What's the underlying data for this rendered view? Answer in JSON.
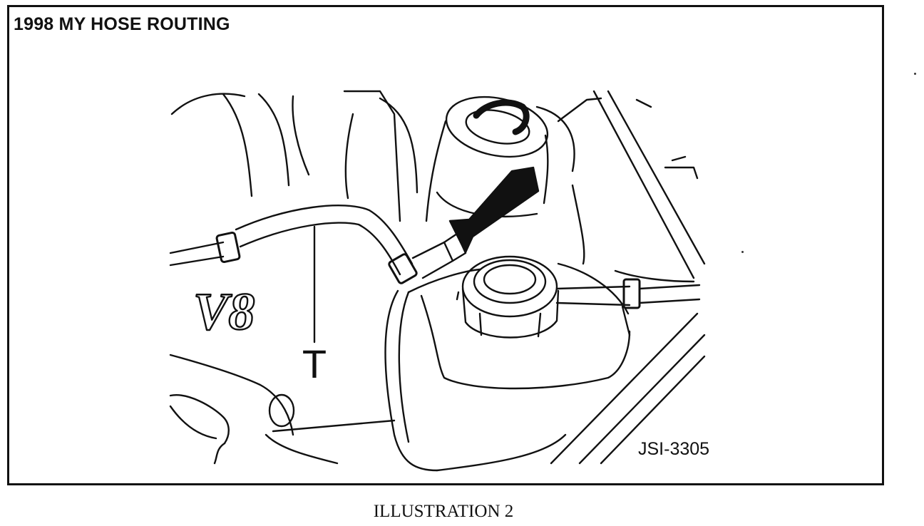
{
  "figure": {
    "title": "1998 MY HOSE ROUTING",
    "code": "JSI-3305",
    "engine_badge": "V8",
    "hose_marker": "T"
  },
  "caption": "ILLUSTRATION 2"
}
